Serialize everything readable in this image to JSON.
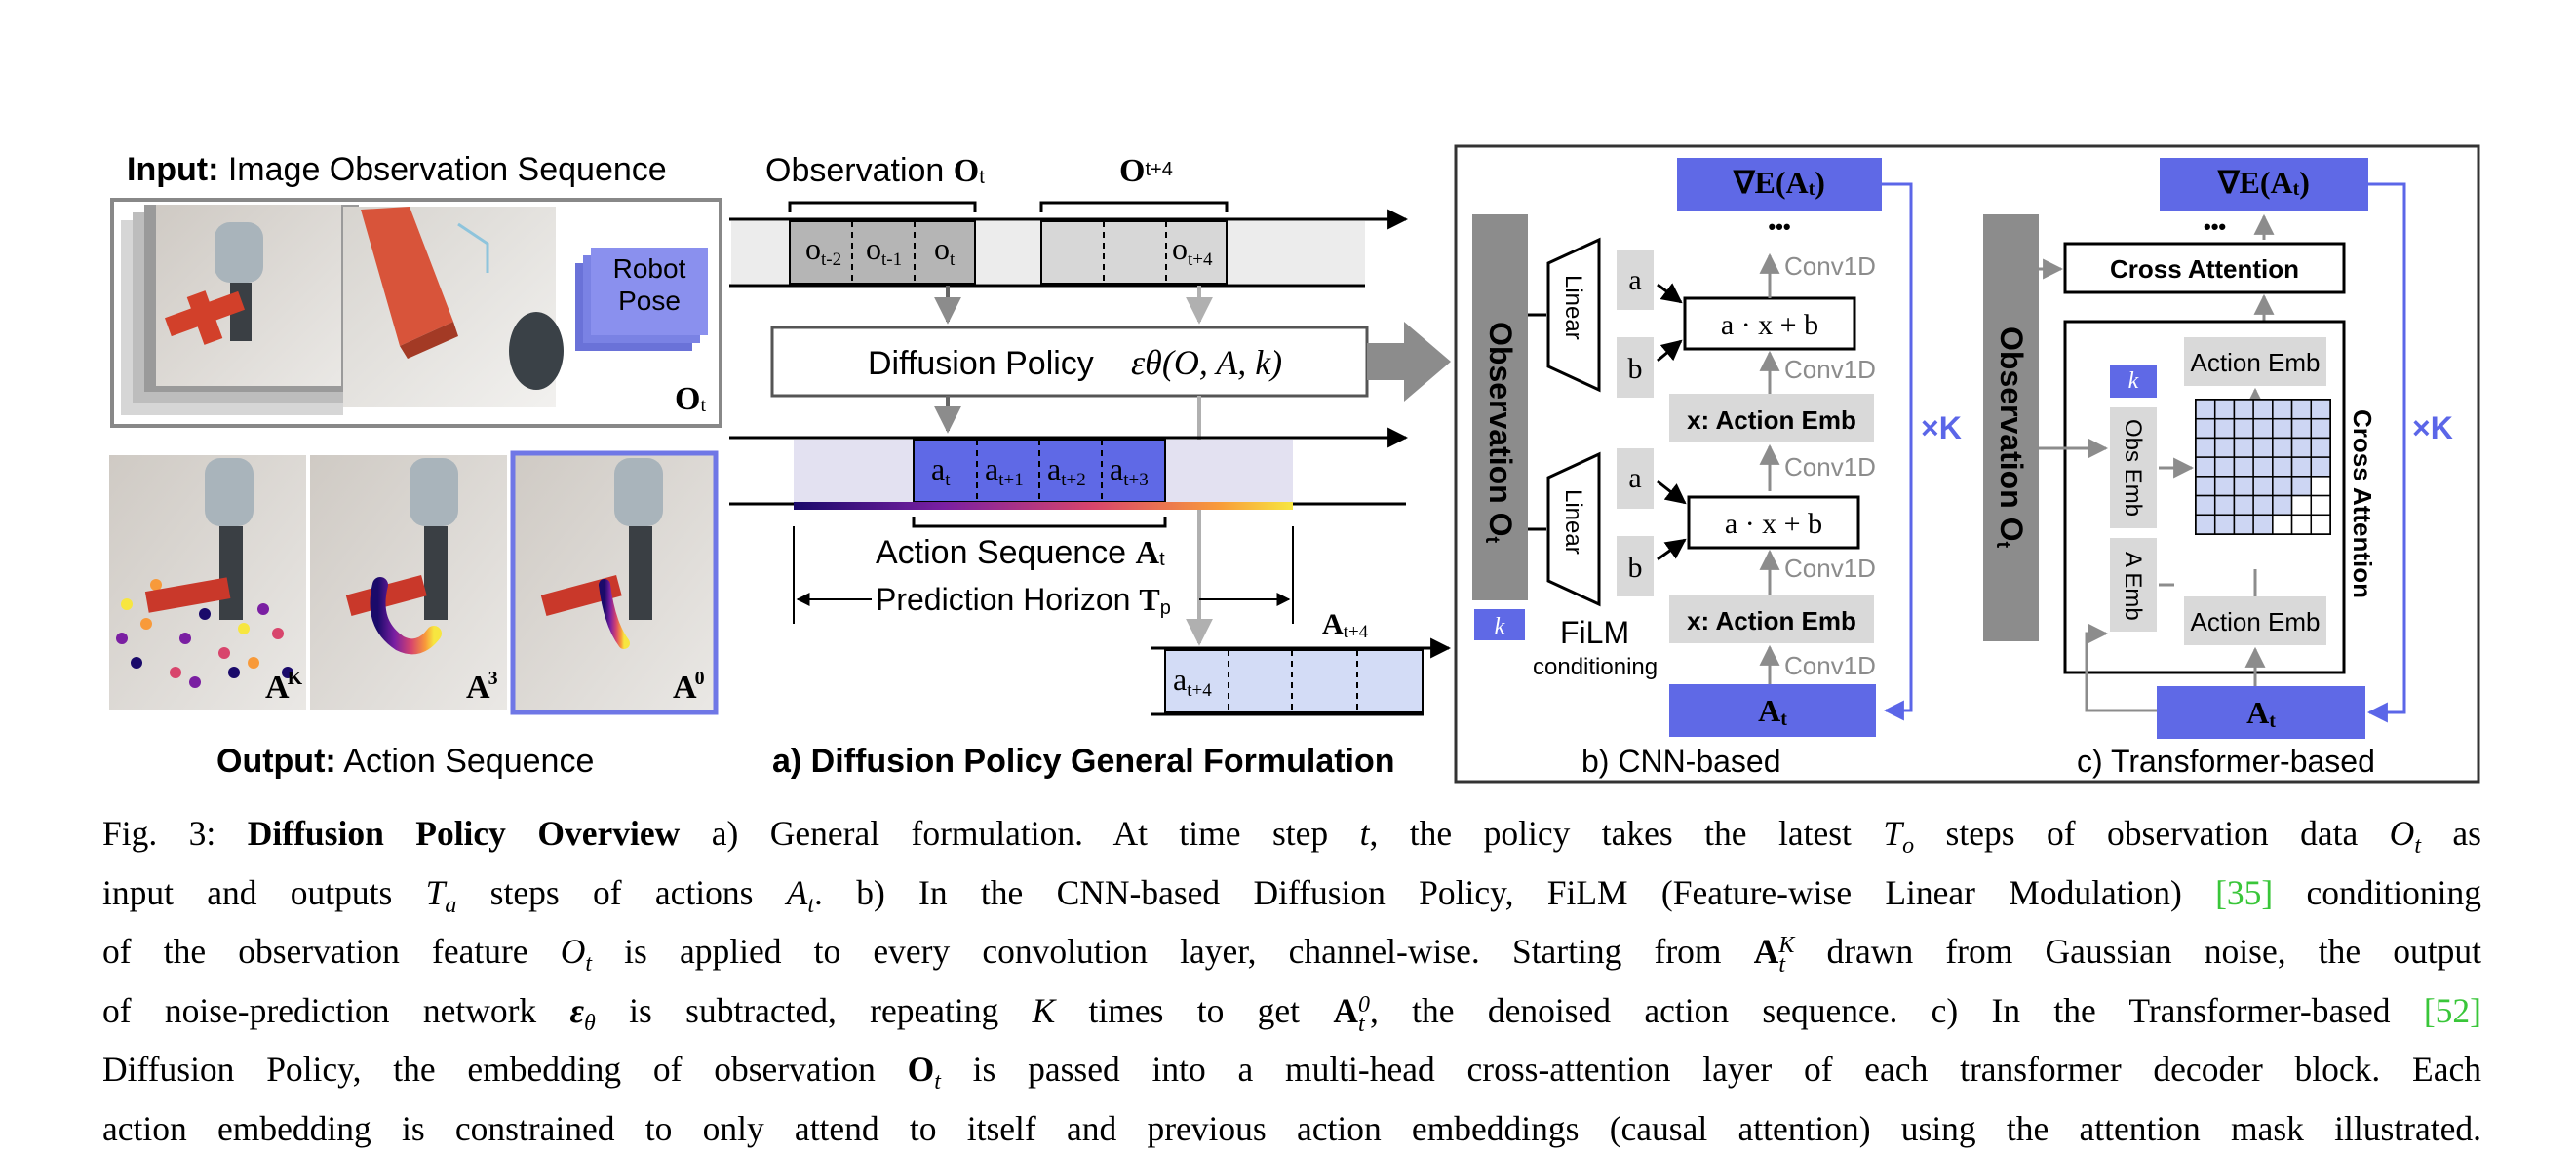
{
  "input_panel": {
    "title_bold": "Input:",
    "title_rest": " Image Observation Sequence",
    "robot_pose_line1": "Robot",
    "robot_pose_line2": "Pose",
    "obs_label": "O",
    "obs_sub": "t"
  },
  "output_panel": {
    "title_bold": "Output:",
    "title_rest": "  Action Sequence",
    "frame_labels": [
      {
        "base": "A",
        "sub": "t",
        "sup": "K"
      },
      {
        "base": "A",
        "sub": "t",
        "sup": "3"
      },
      {
        "base": "A",
        "sub": "t",
        "sup": "0"
      }
    ]
  },
  "panel_a": {
    "observation_label": "Observation ",
    "observation_bold": "O",
    "observation_sub": "t",
    "o_next_bold": "O",
    "o_next_sub": "t+4",
    "obs_cells": [
      {
        "base": "o",
        "sub": "t-2"
      },
      {
        "base": "o",
        "sub": "t-1"
      },
      {
        "base": "o",
        "sub": "t"
      },
      {
        "base": "o",
        "sub": "t+4"
      }
    ],
    "policy_label": "Diffusion Policy",
    "policy_formula": "εθ(O, A, k)",
    "action_cells": [
      {
        "base": "a",
        "sub": "t"
      },
      {
        "base": "a",
        "sub": "t+1"
      },
      {
        "base": "a",
        "sub": "t+2"
      },
      {
        "base": "a",
        "sub": "t+3"
      }
    ],
    "action_seq_label": "Action Sequence ",
    "action_seq_bold": "A",
    "action_seq_sub": "t",
    "horizon_label": "Prediction Horizon ",
    "horizon_bold": "T",
    "horizon_sub": "p",
    "a_next_bold": "A",
    "a_next_sub": "t+4",
    "a_next_cell": {
      "base": "a",
      "sub": "t+4"
    },
    "caption": "a) Diffusion Policy General Formulation"
  },
  "panel_b": {
    "grad_label": "∇E(A",
    "grad_sub": "t",
    "dots": "•••",
    "observation_vertical": "Observation O",
    "observation_sub": "t",
    "linear": "Linear",
    "a": "a",
    "b": "b",
    "conv": "Conv1D",
    "film_formula": "a · x + b",
    "action_emb": "x: Action Emb",
    "k": "k",
    "film_title": "FiLM",
    "film_sub": "conditioning",
    "at": "A",
    "at_sub": "t",
    "times_k": "×K",
    "caption": "b) CNN-based"
  },
  "panel_c": {
    "grad_label": "∇E(A",
    "grad_sub": "t",
    "dots": "•••",
    "observation_vertical": "Observation O",
    "observation_sub": "t",
    "cross_attention": "Cross Attention",
    "action_emb": "Action Emb",
    "k": "k",
    "obs_emb": "Obs Emb",
    "a_emb": "A Emb",
    "cross_attention_vertical": "Cross Attention",
    "at": "A",
    "at_sub": "t",
    "times_k": "×K",
    "caption": "c) Transformer-based"
  },
  "caption": {
    "fig_label": "Fig. 3: ",
    "title": "Diffusion Policy Overview",
    "lines": [
      [
        "  a) General formulation. At time step ",
        {
          "i": "t"
        },
        ", the policy takes the latest ",
        {
          "i": "T"
        },
        {
          "sub": "o"
        },
        " steps of observation data ",
        {
          "i": "O"
        },
        {
          "sub": "t"
        },
        " as"
      ],
      [
        "input and outputs ",
        {
          "i": "T"
        },
        {
          "sub": "a"
        },
        " steps of actions ",
        {
          "i": "A"
        },
        {
          "sub": "t"
        },
        ". b) In the CNN-based Diffusion Policy, FiLM (Feature-wise Linear Modulation) ",
        {
          "ref": "[35]"
        },
        " conditioning"
      ],
      [
        "of the observation feature ",
        {
          "i": "O"
        },
        {
          "sub": "t"
        },
        " is applied to every convolution layer, channel-wise. Starting from ",
        {
          "b": "A"
        },
        {
          "supsub": [
            "K",
            "t"
          ]
        },
        " drawn from Gaussian noise, the output"
      ],
      [
        "of noise-prediction network ",
        {
          "bi": "ε"
        },
        {
          "sub": "θ"
        },
        " is subtracted, repeating ",
        {
          "i": "K"
        },
        " times to get ",
        {
          "b": "A"
        },
        {
          "supsub": [
            "0",
            "t"
          ]
        },
        ", the denoised action sequence. c) In the Transformer-based ",
        {
          "ref": "[52]"
        }
      ],
      [
        "Diffusion Policy, the embedding of observation ",
        {
          "b": "O"
        },
        {
          "sub": "t"
        },
        " is passed into a multi-head cross-attention layer of each transformer decoder block. Each"
      ],
      [
        "action embedding is constrained to only attend to itself and previous action embeddings (causal attention) using the attention mask illustrated."
      ]
    ]
  },
  "colors": {
    "accent_blue": "#5b66e8",
    "light_blue": "#d3dcf6",
    "gray_dark": "#8c8c8c",
    "gray_box": "#d9d9d9",
    "ref_green": "#39c639"
  }
}
